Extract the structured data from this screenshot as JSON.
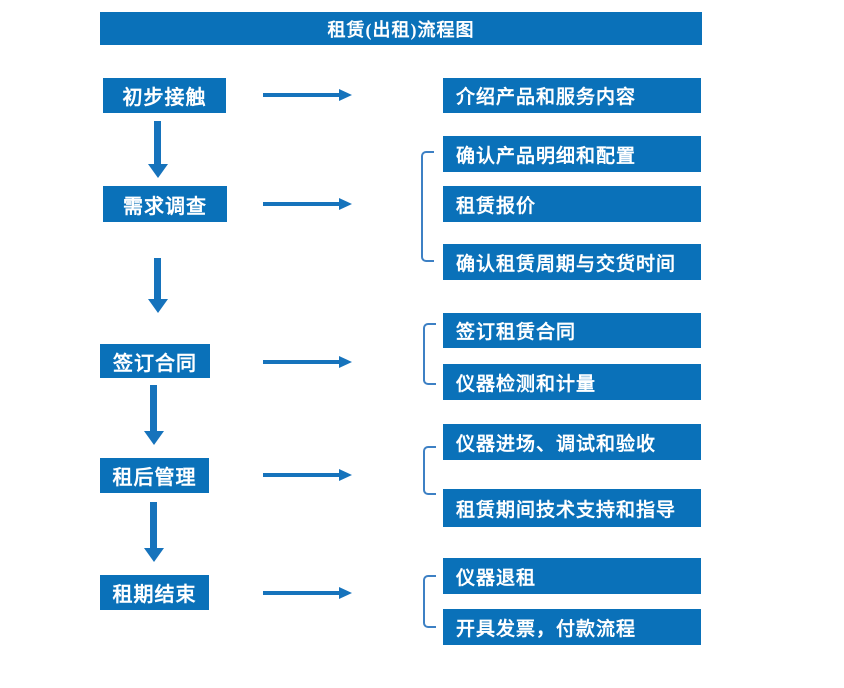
{
  "title": "租赁(出租)流程图",
  "colors": {
    "accent": "#0A71B9",
    "arrow": "#1673BC",
    "bracket": "#3D80C4"
  },
  "flow": {
    "steps": [
      {
        "label": "初步接触",
        "children": [
          "介绍产品和服务内容"
        ]
      },
      {
        "label": "需求调查",
        "children": [
          "确认产品明细和配置",
          "租赁报价",
          "确认租赁周期与交货时间"
        ]
      },
      {
        "label": "签订合同",
        "children": [
          "签订租赁合同",
          "仪器检测和计量"
        ]
      },
      {
        "label": "租后管理",
        "children": [
          "仪器进场、调试和验收",
          "租赁期间技术支持和指导"
        ]
      },
      {
        "label": "租期结束",
        "children": [
          "仪器退租",
          "开具发票，付款流程"
        ]
      }
    ]
  }
}
